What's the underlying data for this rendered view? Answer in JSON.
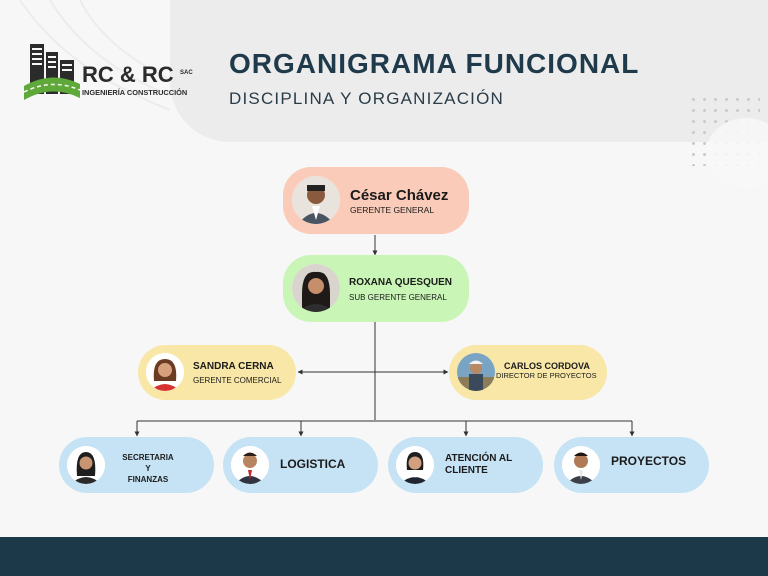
{
  "header": {
    "title": "ORGANIGRAMA FUNCIONAL",
    "subtitle": "DISCIPLINA Y ORGANIZACIÓN"
  },
  "logo": {
    "name": "RC & RC",
    "suffix": "SAC",
    "tagline": "INGENIERÍA CONSTRUCCIÓN"
  },
  "org": {
    "ceo": {
      "name": "César Chávez",
      "role": "GERENTE GENERAL",
      "color": "#f9cbb8"
    },
    "deputy": {
      "name": "ROXANA QUESQUEN",
      "role": "SUB GERENTE GENERAL",
      "color": "#c9f5b6"
    },
    "commercial": {
      "name": "SANDRA CERNA",
      "role": "GERENTE COMERCIAL",
      "color": "#f8e7a6"
    },
    "projects_director": {
      "name": "CARLOS CORDOVA",
      "role": "DIRECTOR DE PROYECTOS",
      "color": "#f8e7a6"
    },
    "departments": [
      {
        "line1": "SECRETARIA",
        "line2": "Y",
        "line3": "FINANZAS"
      },
      {
        "label": "LOGISTICA"
      },
      {
        "line1": "ATENCIÓN AL",
        "line2": "CLIENTE"
      },
      {
        "label": "PROYECTOS"
      }
    ]
  },
  "colors": {
    "title": "#1f3a4b",
    "footer": "#1c394a",
    "department": "#c6e3f6"
  }
}
